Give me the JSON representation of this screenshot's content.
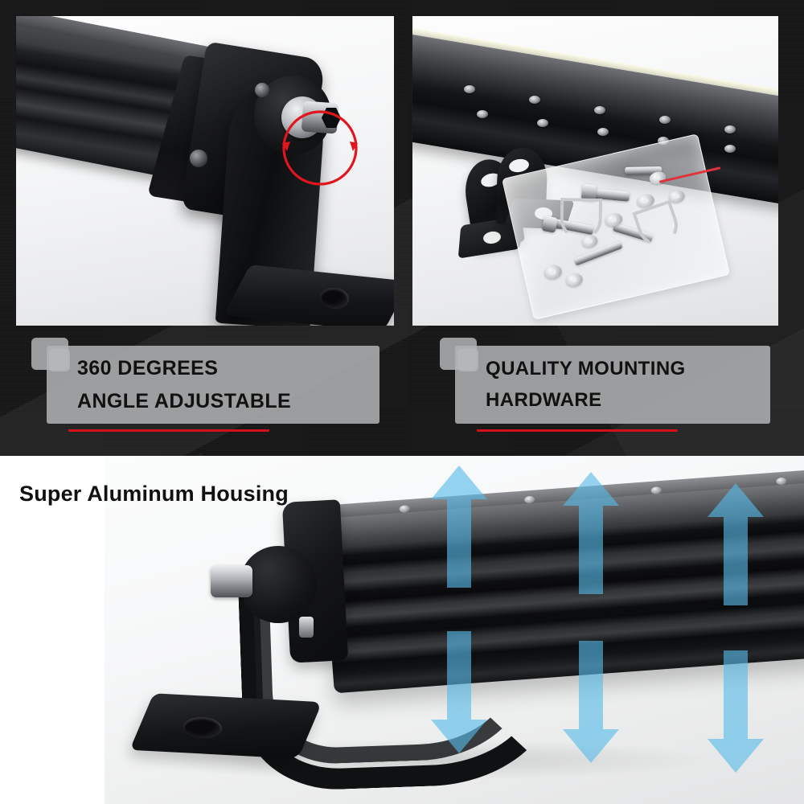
{
  "product": {
    "title": "LED Light Bar Feature Highlights",
    "type": "off-road LED light bar"
  },
  "top_section": {
    "background_color": "#141414",
    "photos": [
      {
        "name": "photo-360-degrees",
        "alt": "Close-up of LED light bar end cap with black L-shaped mounting bracket and chrome hex bolt",
        "annotation": "red-rotation-circle",
        "annotation_color": "#E1151E"
      },
      {
        "name": "photo-mounting-hardware",
        "alt": "Back of LED light bar with two black mounting brackets and a sealed bag of stainless hardware",
        "annotation": "none",
        "annotation_color": ""
      }
    ],
    "captions": [
      {
        "name": "caption-360-degrees",
        "line1": "360 DEGREES",
        "line2": "ANGLE ADJUSTABLE",
        "box_color": "#B0B2B4",
        "underline_color": "#D61019"
      },
      {
        "name": "caption-quality-mounting",
        "line1": "QUALITY MOUNTING",
        "line2": "HARDWARE",
        "box_color": "#B0B2B4",
        "underline_color": "#D61019"
      }
    ]
  },
  "bottom_section": {
    "background_color": "#FFFFFF",
    "heading": "Super Aluminum Housing",
    "photo_alt": "Side view of aluminum finned LED light bar housing on adjustable bracket",
    "arrows": {
      "count": 6,
      "pairs": 3,
      "up_label": "heat-dissipation-up",
      "down_label": "heat-dissipation-down",
      "color_light": "#9DD5F0",
      "color_dark": "#2E9BD4"
    }
  }
}
